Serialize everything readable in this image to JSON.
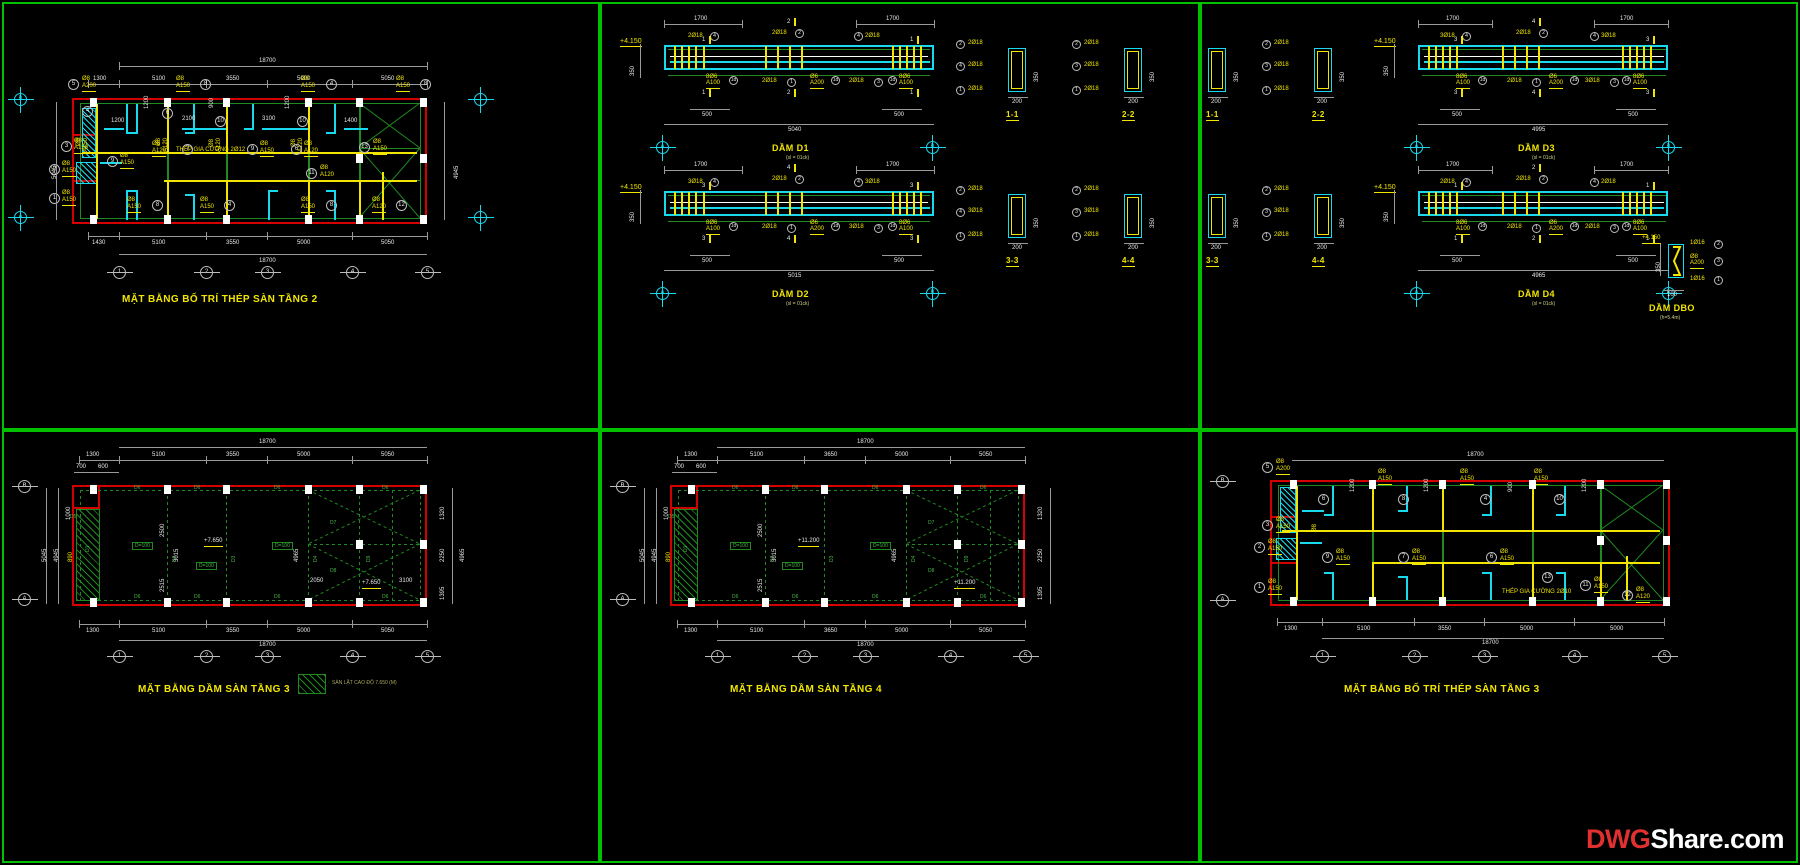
{
  "sheet": {
    "background": "#000000",
    "frame_color": "#00c000",
    "watermark": {
      "part1": "DWG",
      "part2": "Share.com",
      "color1": "#e03030",
      "color2": "#ffffff"
    }
  },
  "panels": [
    {
      "id": "floor2-slab-rebar-plan",
      "title": "MẶT BẰNG BỐ TRÍ THÉP SÀN TẦNG 2",
      "overall_dim_top": "18700",
      "overall_dim_bottom": "18700",
      "bay_dims_top": [
        "1300",
        "5100",
        "3550",
        "5000",
        "5050"
      ],
      "bay_dims_bottom": [
        "1430",
        "5100",
        "3550",
        "5000",
        "5050"
      ],
      "vertical_dims": [
        "5045",
        "4945"
      ],
      "grid_labels_bottom": [
        "1",
        "2",
        "3",
        "4",
        "5"
      ],
      "grid_labels_left": [
        "B",
        "A"
      ],
      "note": "THÉP GIA CƯỜNG 2Ø12",
      "rebar_callouts": [
        {
          "mark": "5",
          "dia": "Ø8",
          "spacing": "A200"
        },
        {
          "mark": "4",
          "dia": "Ø8",
          "spacing": "A150"
        },
        {
          "mark": "3",
          "dia": "Ø8",
          "spacing": "A150"
        },
        {
          "mark": "2",
          "dia": "Ø8",
          "spacing": "A150"
        },
        {
          "mark": "1",
          "dia": "Ø8",
          "spacing": "A150"
        },
        {
          "mark": "6",
          "dia": "Ø8",
          "spacing": "A120"
        },
        {
          "mark": "7",
          "dia": "Ø8",
          "spacing": "A120"
        },
        {
          "mark": "8",
          "dia": "Ø8",
          "spacing": "A150"
        },
        {
          "mark": "9",
          "dia": "Ø8",
          "spacing": "A150"
        },
        {
          "mark": "10",
          "dia": "Ø8",
          "spacing": "A120"
        },
        {
          "mark": "11",
          "dia": "Ø8",
          "spacing": "A120"
        },
        {
          "mark": "12",
          "dia": "Ø8",
          "spacing": "A120"
        },
        {
          "mark": "13",
          "dia": "Ø8",
          "spacing": "A150"
        }
      ],
      "inner_dims": [
        "1200",
        "2100",
        "3100",
        "1200",
        "900",
        "1200",
        "1400"
      ]
    },
    {
      "id": "beam-d1-d2",
      "beams": [
        {
          "name": "DẦM D1",
          "subnote": "(sl = 01ck)",
          "level": "+4.150",
          "depth": "350",
          "span": "5040",
          "end_dims": [
            "1700",
            "1700"
          ],
          "support_dims": [
            "500",
            "500"
          ],
          "sections": [
            "1",
            "2",
            "1"
          ],
          "top_bars": [
            {
              "mark": "4",
              "text": "2Ø18"
            },
            {
              "mark": "2",
              "text": "2Ø18"
            },
            {
              "mark": "4",
              "text": "2Ø18"
            }
          ],
          "bottom_bars": [
            {
              "mark": "1",
              "text": "2Ø18"
            },
            {
              "mark": "3",
              "text": "2Ø18"
            }
          ],
          "stirrups": [
            {
              "mark": "1d",
              "dia": "8Ø6",
              "spacing": "A100"
            },
            {
              "mark": "1d",
              "dia": "Ø6",
              "spacing": "A200"
            },
            {
              "mark": "1d",
              "dia": "8Ø6",
              "spacing": "A100"
            }
          ],
          "axis_left": "A",
          "axis_right": "B"
        },
        {
          "name": "DẦM D2",
          "subnote": "(sl = 01ck)",
          "level": "+4.150",
          "depth": "350",
          "span": "5015",
          "end_dims": [
            "1700",
            "1700"
          ],
          "support_dims": [
            "500",
            "500"
          ],
          "sections": [
            "3",
            "4",
            "3"
          ],
          "top_bars": [
            {
              "mark": "4",
              "text": "3Ø18"
            },
            {
              "mark": "2",
              "text": "2Ø18"
            },
            {
              "mark": "4",
              "text": "3Ø18"
            }
          ],
          "bottom_bars": [
            {
              "mark": "1",
              "text": "2Ø18"
            },
            {
              "mark": "3",
              "text": "3Ø18"
            }
          ],
          "stirrups": [
            {
              "mark": "1d",
              "dia": "8Ø6",
              "spacing": "A100"
            },
            {
              "mark": "1d",
              "dia": "Ø6",
              "spacing": "A200"
            },
            {
              "mark": "1d",
              "dia": "8Ø6",
              "spacing": "A100"
            }
          ],
          "axis_left": "A",
          "axis_right": "B"
        }
      ],
      "cross_sections": [
        {
          "label": "1-1",
          "width": "200",
          "depth": "350",
          "bars": [
            {
              "mark": "2",
              "text": "2Ø18"
            },
            {
              "mark": "4",
              "text": "2Ø18"
            },
            {
              "mark": "1",
              "text": "2Ø18"
            }
          ]
        },
        {
          "label": "2-2",
          "width": "200",
          "depth": "350",
          "bars": [
            {
              "mark": "2",
              "text": "2Ø18"
            },
            {
              "mark": "3",
              "text": "2Ø18"
            },
            {
              "mark": "1",
              "text": "2Ø18"
            }
          ]
        },
        {
          "label": "3-3",
          "width": "200",
          "depth": "350",
          "bars": [
            {
              "mark": "2",
              "text": "2Ø18"
            },
            {
              "mark": "4",
              "text": "3Ø18"
            },
            {
              "mark": "1",
              "text": "2Ø18"
            }
          ]
        },
        {
          "label": "4-4",
          "width": "200",
          "depth": "350",
          "bars": [
            {
              "mark": "2",
              "text": "2Ø18"
            },
            {
              "mark": "3",
              "text": "3Ø18"
            },
            {
              "mark": "1",
              "text": "2Ø18"
            }
          ]
        }
      ]
    },
    {
      "id": "beam-d3-d4-db0",
      "beams": [
        {
          "name": "DẦM D3",
          "subnote": "(sl = 01ck)",
          "level": "+4.150",
          "depth": "350",
          "span": "4995",
          "end_dims": [
            "1700",
            "1700"
          ],
          "support_dims": [
            "500",
            "500"
          ],
          "sections": [
            "3",
            "4",
            "3"
          ],
          "top_bars": [
            {
              "mark": "4",
              "text": "3Ø18"
            },
            {
              "mark": "2",
              "text": "2Ø18"
            },
            {
              "mark": "4",
              "text": "3Ø18"
            }
          ],
          "bottom_bars": [
            {
              "mark": "1",
              "text": "2Ø18"
            },
            {
              "mark": "3",
              "text": "3Ø18"
            }
          ],
          "stirrups": [
            {
              "mark": "1d",
              "dia": "8Ø6",
              "spacing": "A100"
            },
            {
              "mark": "1d",
              "dia": "Ø6",
              "spacing": "A200"
            },
            {
              "mark": "1d",
              "dia": "8Ø6",
              "spacing": "A100"
            }
          ],
          "axis_left": "A",
          "axis_right": "B"
        },
        {
          "name": "DẦM D4",
          "subnote": "(sl = 01ck)",
          "level": "+4.150",
          "depth": "350",
          "span": "4965",
          "end_dims": [
            "1700",
            "1700"
          ],
          "support_dims": [
            "500",
            "500"
          ],
          "sections": [
            "1",
            "2",
            "1"
          ],
          "top_bars": [
            {
              "mark": "4",
              "text": "2Ø18"
            },
            {
              "mark": "2",
              "text": "2Ø18"
            },
            {
              "mark": "4",
              "text": "2Ø18"
            }
          ],
          "bottom_bars": [
            {
              "mark": "1",
              "text": "2Ø18"
            },
            {
              "mark": "3",
              "text": "2Ø18"
            }
          ],
          "stirrups": [
            {
              "mark": "1d",
              "dia": "8Ø6",
              "spacing": "A100"
            },
            {
              "mark": "1d",
              "dia": "Ø6",
              "spacing": "A200"
            },
            {
              "mark": "1d",
              "dia": "8Ø6",
              "spacing": "A100"
            }
          ],
          "axis_left": "A",
          "axis_right": "B"
        }
      ],
      "cross_sections": [
        {
          "label": "1-1",
          "width": "200",
          "depth": "350",
          "bars": [
            {
              "mark": "2",
              "text": "2Ø18"
            },
            {
              "mark": "4",
              "text": "2Ø18"
            },
            {
              "mark": "1",
              "text": "2Ø18"
            }
          ]
        },
        {
          "label": "2-2",
          "width": "200",
          "depth": "350",
          "bars": [
            {
              "mark": "2",
              "text": "2Ø18"
            },
            {
              "mark": "3",
              "text": "2Ø18"
            },
            {
              "mark": "1",
              "text": "2Ø18"
            }
          ]
        },
        {
          "label": "3-3",
          "width": "200",
          "depth": "350",
          "bars": [
            {
              "mark": "2",
              "text": "2Ø18"
            },
            {
              "mark": "4",
              "text": "3Ø18"
            },
            {
              "mark": "1",
              "text": "2Ø18"
            }
          ]
        },
        {
          "label": "4-4",
          "width": "200",
          "depth": "350",
          "bars": [
            {
              "mark": "2",
              "text": "2Ø18"
            },
            {
              "mark": "3",
              "text": "3Ø18"
            },
            {
              "mark": "1",
              "text": "2Ø18"
            }
          ]
        }
      ],
      "db0": {
        "name": "DẦM DBO",
        "subnote": "(h=5.4m)",
        "level": "+4.150",
        "depth": "350",
        "width": "100",
        "bars": [
          {
            "mark": "2",
            "text": "1Ø16"
          },
          {
            "mark": "3",
            "text": "Ø8",
            "spacing": "A200"
          },
          {
            "mark": "1",
            "text": "1Ø16"
          }
        ]
      }
    },
    {
      "id": "floor3-beam-plan",
      "title": "MẶT BẰNG DẦM SÀN TẦNG 3",
      "overall_dim_top": "18700",
      "overall_dim_bottom": "18700",
      "bay_dims_top": [
        "1300",
        "5100",
        "3550",
        "5000",
        "5050"
      ],
      "bay_dims_bottom": [
        "1300",
        "5100",
        "3550",
        "5000",
        "5050"
      ],
      "sub_dims_top": [
        "700",
        "600"
      ],
      "vertical_dims": [
        "5045",
        "4945",
        "1000",
        "890",
        "3015",
        "2500",
        "2515",
        "4965",
        "1320",
        "2250",
        "1395"
      ],
      "grid_labels_bottom": [
        "1",
        "2",
        "3",
        "4",
        "5"
      ],
      "grid_labels_left": [
        "B",
        "A"
      ],
      "slab_labels": [
        "D=100",
        "D=100",
        "D=100"
      ],
      "elevations": [
        "+7.650",
        "+7.650"
      ],
      "inner_dims": [
        "2050",
        "3100"
      ],
      "beam_labels": [
        "D6",
        "D6",
        "D6",
        "D6",
        "D6",
        "D6",
        "D6",
        "D6",
        "D1",
        "D2",
        "D3",
        "D4",
        "D5",
        "D7",
        "D8",
        "D9"
      ],
      "legend": {
        "text": "SÀN LẬT CAO ĐỘ 7.650 (M)"
      }
    },
    {
      "id": "floor4-beam-plan",
      "title": "MẶT BẰNG DẦM SÀN TẦNG  4",
      "overall_dim_top": "18700",
      "overall_dim_bottom": "18700",
      "bay_dims_top": [
        "1300",
        "5100",
        "3650",
        "5000",
        "5050"
      ],
      "bay_dims_bottom": [
        "1300",
        "5100",
        "3650",
        "5000",
        "5050"
      ],
      "sub_dims_top": [
        "700",
        "600"
      ],
      "vertical_dims": [
        "5045",
        "4945",
        "1000",
        "890",
        "3015",
        "2500",
        "2515",
        "4965",
        "1320",
        "2250",
        "1395"
      ],
      "grid_labels_bottom": [
        "1",
        "2",
        "3",
        "4",
        "5"
      ],
      "grid_labels_left": [
        "B",
        "A"
      ],
      "slab_labels": [
        "D=100",
        "D=100",
        "D=100"
      ],
      "elevations": [
        "+11.200",
        "+11.200"
      ],
      "beam_labels": [
        "D6",
        "D6",
        "D6",
        "D6",
        "D6",
        "D6",
        "D6",
        "D6",
        "D1",
        "D2",
        "D3",
        "D4",
        "D5",
        "D7",
        "D8",
        "D9"
      ]
    },
    {
      "id": "floor3-slab-rebar-plan",
      "title": "MẶT BẰNG BỐ TRÍ THÉP SÀN TẦNG 3",
      "overall_dim_top": "18700",
      "overall_dim_bottom": "18700",
      "bay_dims_top": [
        "1300",
        "5100",
        "3550",
        "5000",
        "5000"
      ],
      "bay_dims_bottom": [
        "1300",
        "5100",
        "3550",
        "5000",
        "5000"
      ],
      "grid_labels_bottom": [
        "1",
        "2",
        "3",
        "4",
        "5"
      ],
      "grid_labels_left": [
        "B",
        "A"
      ],
      "note": "THÉP GIA CƯỜNG 2Ø10",
      "rebar_callouts": [
        {
          "mark": "5",
          "dia": "Ø8",
          "spacing": "A200"
        },
        {
          "mark": "4",
          "dia": "Ø8",
          "spacing": "A150"
        },
        {
          "mark": "3",
          "dia": "Ø8",
          "spacing": "A150"
        },
        {
          "mark": "2",
          "dia": "Ø8",
          "spacing": "A150"
        },
        {
          "mark": "1",
          "dia": "Ø8",
          "spacing": "A150"
        },
        {
          "mark": "6",
          "dia": "Ø8",
          "spacing": "A150"
        },
        {
          "mark": "7",
          "dia": "Ø8",
          "spacing": "A150"
        },
        {
          "mark": "8",
          "dia": "Ø8",
          "spacing": "A150"
        },
        {
          "mark": "9",
          "dia": "Ø8",
          "spacing": "A150"
        },
        {
          "mark": "10",
          "dia": "Ø8",
          "spacing": "A150"
        },
        {
          "mark": "11",
          "dia": "Ø8",
          "spacing": "A150"
        },
        {
          "mark": "12",
          "dia": "Ø8",
          "spacing": "A120"
        },
        {
          "mark": "13",
          "dia": "Ø8",
          "spacing": "A150"
        }
      ],
      "inner_dims": [
        "1200",
        "1200",
        "900",
        "1200"
      ]
    }
  ]
}
